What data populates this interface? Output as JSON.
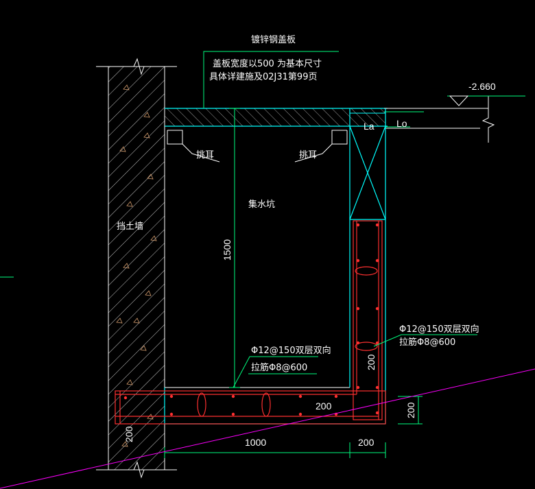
{
  "labels": {
    "cover_title": "镀锌钢盖板",
    "cover_note_1": "盖板宽度以500 为基本尺寸",
    "cover_note_2": "具体详建施及02J31第99页",
    "elevation": "-2.660",
    "la": "La",
    "lo": "Lo",
    "ear_left": "挑耳",
    "ear_right": "挑耳",
    "sump": "集水坑",
    "retaining_wall": "挡土墙",
    "rebar_wall_1": "Φ12@150双层双向",
    "rebar_wall_2": "拉筋Φ8@600",
    "rebar_floor_1": "Φ12@150双层双向",
    "rebar_floor_2": "拉筋Φ8@600"
  },
  "dims": {
    "depth": "1500",
    "wall_thk": "200",
    "floor_inner": "200",
    "slab_thk": "200",
    "left_200": "200",
    "width": "1000",
    "wall_bottom": "200"
  },
  "colors": {
    "background": "#000000",
    "outline": "#ffffff",
    "concrete": "#00ffff",
    "leader": "#00ff80",
    "rebar": "#ff3030",
    "hatch": "#c8c8c8",
    "slope": "#ff00ff"
  }
}
